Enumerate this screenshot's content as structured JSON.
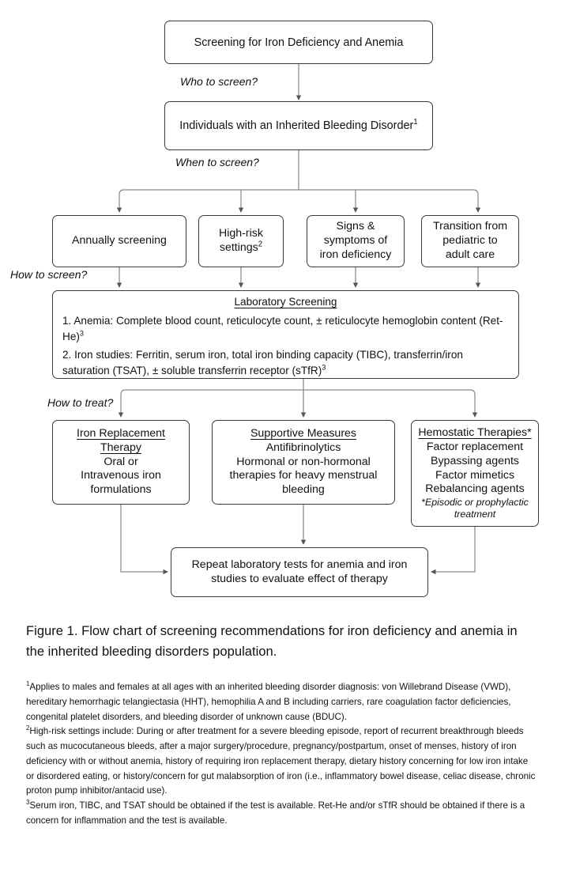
{
  "flow": {
    "nodes": {
      "screening": {
        "text": "Screening for Iron Deficiency and Anemia"
      },
      "individuals": {
        "text": "Individuals with an Inherited Bleeding Disorder",
        "sup": "1"
      },
      "annually": {
        "text": "Annually screening"
      },
      "highrisk": {
        "line1": "High-risk",
        "line2": "settings",
        "sup": "2"
      },
      "signs": {
        "line1": "Signs &",
        "line2": "symptoms of",
        "line3": "iron deficiency"
      },
      "transition": {
        "line1": "Transition from",
        "line2": "pediatric to",
        "line3": "adult care"
      },
      "lab": {
        "title": "Laboratory Screening",
        "item1_a": "1. Anemia: Complete blood count, reticulocyte count, ± reticulocyte hemoglobin content (Ret-He)",
        "item1_sup": "3",
        "item2_a": "2. Iron studies: Ferritin, serum iron, total iron binding capacity (TIBC), transferrin/iron saturation (TSAT), ± soluble transferrin receptor (sTfR)",
        "item2_sup": "3"
      },
      "iron": {
        "title1": "Iron Replacement",
        "title2": "Therapy",
        "line1": "Oral or",
        "line2": "Intravenous iron",
        "line3": "formulations"
      },
      "supportive": {
        "title": "Supportive Measures",
        "line1": "Antifibrinolytics",
        "line2": "Hormonal or non-hormonal",
        "line3": "therapies for heavy menstrual",
        "line4": "bleeding"
      },
      "hemostatic": {
        "title": "Hemostatic Therapies*",
        "line1": "Factor replacement",
        "line2": "Bypassing agents",
        "line3": "Factor mimetics",
        "line4": "Rebalancing agents",
        "note1": "*Episodic or prophylactic",
        "note2": "treatment"
      },
      "repeat": {
        "line1": "Repeat laboratory tests for anemia and iron",
        "line2": "studies to evaluate effect of therapy"
      }
    },
    "edge_labels": {
      "who": "Who to screen?",
      "when": "When to screen?",
      "how_screen": "How to screen?",
      "how_treat": "How to treat?"
    }
  },
  "caption": "Figure 1. Flow chart of screening recommendations for iron deficiency and anemia in the inherited bleeding disorders population.",
  "footnotes": {
    "one_sup": "1",
    "one": "Applies to males and females at all ages with an inherited bleeding disorder diagnosis: von Willebrand Disease (VWD), hereditary hemorrhagic telangiectasia (HHT), hemophilia A and B including carriers, rare coagulation factor deficiencies, congenital platelet disorders, and bleeding disorder of unknown cause (BDUC).",
    "two_sup": "2",
    "two": "High-risk settings include: During or after treatment for a severe bleeding episode, report of recurrent breakthrough bleeds such as mucocutaneous bleeds, after a major surgery/procedure, pregnancy/postpartum, onset of menses, history of iron deficiency with or without anemia, history of requiring iron replacement therapy, dietary history concerning for low iron intake or disordered eating, or history/concern for gut malabsorption of iron (i.e., inflammatory bowel disease, celiac disease, chronic proton pump inhibitor/antacid use).",
    "three_sup": "3",
    "three": "Serum iron, TIBC, and TSAT should be obtained if the test is available. Ret-He and/or sTfR should be obtained if there is a concern for inflammation and the test is available."
  },
  "colors": {
    "box_border": "#3a3a3a",
    "connector": "#7a7a7a",
    "text": "#111111",
    "background": "#ffffff"
  }
}
